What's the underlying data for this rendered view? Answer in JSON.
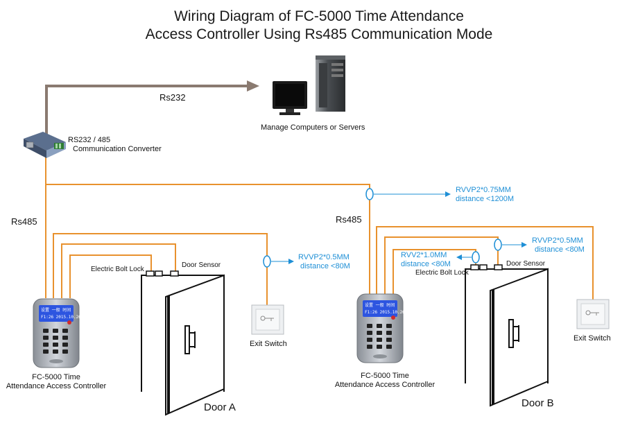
{
  "title": {
    "line1": "Wiring Diagram of FC-5000 Time Attendance",
    "line2": "Access Controller Using Rs485 Communication Mode"
  },
  "rs232": {
    "label": "Rs232"
  },
  "computers": {
    "label": "Manage Computers or Servers"
  },
  "converter": {
    "line1": "RS232 / 485",
    "line2": "Communication Converter"
  },
  "rs485": {
    "left_label": "Rs485",
    "right_label": "Rs485"
  },
  "bus_cable": {
    "spec": "RVVP2*0.75MM",
    "distance": "distance <1200M"
  },
  "door_a": {
    "label": "Door A",
    "bolt_label": "Electric Bolt Lock",
    "sensor_label": "Door Sensor",
    "exit_label": "Exit Switch",
    "exit_cable_spec": "RVVP2*0.5MM",
    "exit_cable_distance": "distance <80M",
    "controller_line1": "FC-5000 Time",
    "controller_line2": "Attendance Access Controller"
  },
  "door_b": {
    "label": "Door B",
    "bolt_label": "Electric Bolt Lock",
    "sensor_label": "Door Sensor",
    "exit_label": "Exit Switch",
    "exit_cable_spec": "RVVP2*0.5MM",
    "exit_cable_distance": "distance <80M",
    "lock_cable_spec": "RVV2*1.0MM",
    "lock_cable_distance": "distance <80M",
    "controller_line1": "FC-5000 Time",
    "controller_line2": "Attendance Access Controller"
  },
  "colors": {
    "rs232_wire": "#8a7a70",
    "wire": "#e8912d",
    "cable_marker": "#1e8fd6",
    "controller_screen": "#2d55e0"
  }
}
